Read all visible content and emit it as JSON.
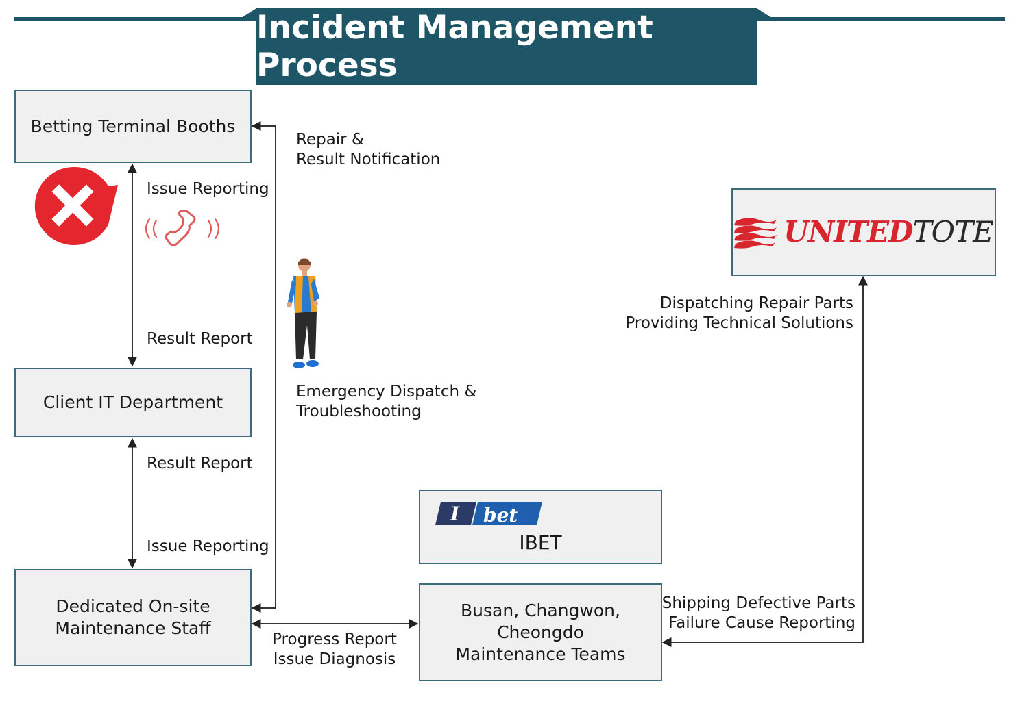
{
  "title": "Incident Management Process",
  "colors": {
    "header": "#1e5667",
    "box_fill": "#f0f0f0",
    "box_border": "#3d6b7a",
    "alert_red": "#e4262e",
    "phone_red": "#e05a5a",
    "brand_red": "#d8262f",
    "ibet_navy": "#2b3a66",
    "ibet_blue": "#1f5fae"
  },
  "nodes": {
    "betting_terminal_booths": "Betting Terminal Booths",
    "client_it_department": "Client IT Department",
    "onsite_staff": [
      "Dedicated On-site",
      "Maintenance Staff"
    ],
    "maintenance_teams": [
      "Busan, Changwon, Cheongdo",
      "Maintenance Teams"
    ],
    "ibet": {
      "logo_i": "I",
      "logo_bet": "bet",
      "name": "IBET"
    },
    "unitedtote": {
      "united": "UNITED",
      "tote": "TOTE"
    }
  },
  "edge_labels": {
    "repair_result": [
      "Repair &",
      "Result Notification"
    ],
    "issue_reporting_top": "Issue Reporting",
    "result_report_top": "Result Report",
    "emergency_dispatch": [
      "Emergency Dispatch &",
      "Troubleshooting"
    ],
    "result_report_bottom": "Result Report",
    "issue_reporting_bottom": "Issue Reporting",
    "progress_report": [
      "Progress Report",
      "Issue Diagnosis"
    ],
    "dispatching_parts": [
      "Dispatching Repair Parts",
      "Providing Technical Solutions"
    ],
    "shipping_parts": [
      "Shipping Defective Parts",
      "Failure Cause Reporting"
    ]
  },
  "icons": [
    "alert-x-icon",
    "phone-ringing-icon",
    "technician-icon",
    "unitedtote-logo",
    "ibet-logo"
  ]
}
